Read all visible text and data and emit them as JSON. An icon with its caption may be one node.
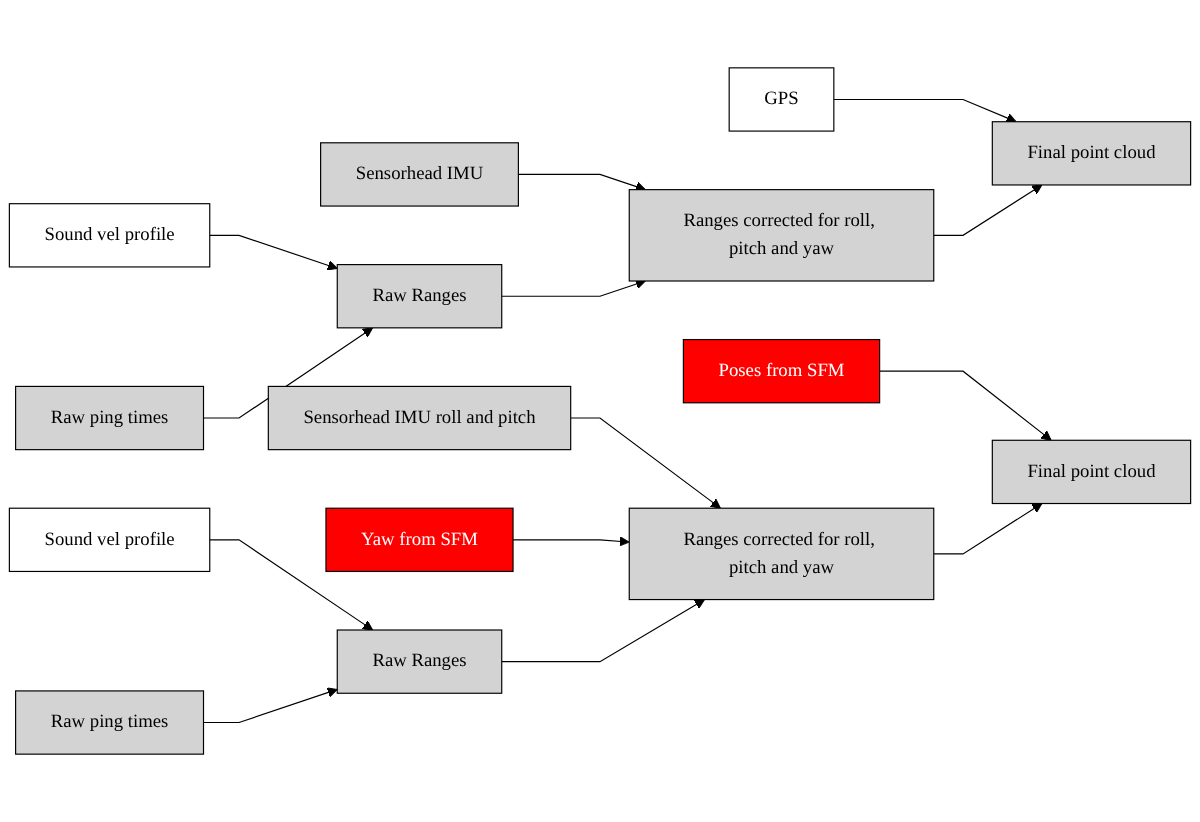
{
  "diagram": {
    "nodes": [
      {
        "text": [
          "Sound vel profile"
        ]
      },
      {
        "text": [
          "Sensorhead IMU"
        ]
      },
      {
        "text": [
          "GPS"
        ]
      },
      {
        "text": [
          "Raw ping times"
        ]
      },
      {
        "text": [
          "Raw Ranges"
        ]
      },
      {
        "text": [
          "Ranges corrected for roll, pitch and yaw"
        ]
      },
      {
        "text": [
          "Final point cloud"
        ]
      },
      {
        "text": [
          "Sound vel profile"
        ]
      },
      {
        "text": [
          "Sensorhead IMU roll and pitch"
        ]
      },
      {
        "text": [
          "Yaw from SFM"
        ]
      },
      {
        "text": [
          "Poses from SFM"
        ]
      },
      {
        "text": [
          "Raw ping times"
        ]
      },
      {
        "text": [
          "Raw Ranges"
        ]
      },
      {
        "text": [
          "Ranges corrected for roll, pitch and yaw"
        ]
      },
      {
        "text": [
          "Final point cloud"
        ]
      }
    ],
    "edges": [
      {
        "from": 0,
        "to": 4,
        "arrow": "to"
      },
      {
        "from": 1,
        "to": 5,
        "arrow": "to"
      },
      {
        "from": 2,
        "to": 6,
        "arrow": "to"
      },
      {
        "from": 3,
        "to": 4,
        "arrow": "to"
      },
      {
        "from": 4,
        "to": 5,
        "arrow": "to"
      },
      {
        "from": 5,
        "to": 6,
        "arrow": "to"
      },
      {
        "from": 7,
        "to": 12,
        "arrow": "to"
      },
      {
        "from": 8,
        "to": 13,
        "arrow": "to"
      },
      {
        "from": 9,
        "to": 13,
        "arrow": "to"
      },
      {
        "from": 10,
        "to": 14,
        "arrow": "to"
      },
      {
        "from": 11,
        "to": 12,
        "arrow": "to"
      },
      {
        "from": 12,
        "to": 13,
        "arrow": "to"
      },
      {
        "from": 13,
        "to": 14,
        "arrow": "to"
      }
    ]
  }
}
